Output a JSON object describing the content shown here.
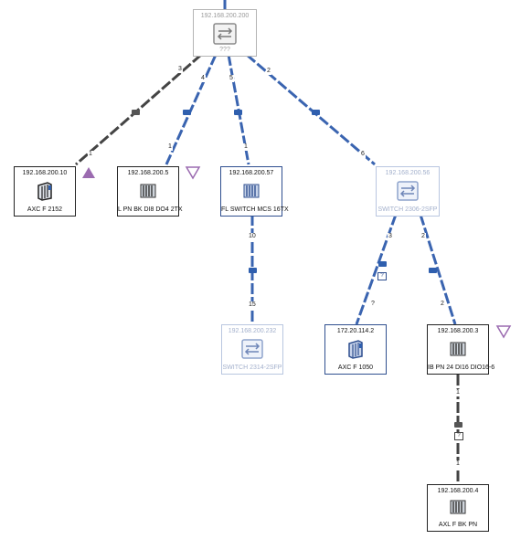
{
  "colors": {
    "link_blue": "#3a64b0",
    "link_dark": "#444444",
    "status_purple": "#9b6bb0"
  },
  "nodes": {
    "n200": {
      "ip": "192.168.200.200",
      "name": "???",
      "icon": "switch-icon"
    },
    "n10": {
      "ip": "192.168.200.10",
      "name": "AXC F 2152",
      "icon": "controller-icon"
    },
    "n5": {
      "ip": "192.168.200.5",
      "name": "L PN BK DI8 DO4 2TX",
      "icon": "io-module-icon"
    },
    "n57": {
      "ip": "192.168.200.57",
      "name": "FL SWITCH MCS 16TX",
      "icon": "switch-module-icon"
    },
    "n56": {
      "ip": "192.168.200.56",
      "name": "SWITCH 2306-2SFP",
      "icon": "switch-icon"
    },
    "n232": {
      "ip": "192.168.200.232",
      "name": "SWITCH 2314-2SFP",
      "icon": "switch-icon"
    },
    "n114": {
      "ip": "172.20.114.2",
      "name": "AXC F 1050",
      "icon": "controller-icon"
    },
    "n3": {
      "ip": "192.168.200.3",
      "name": "IB PN 24 DI16 DIO16-6",
      "icon": "io-module-icon"
    },
    "n4": {
      "ip": "192.168.200.4",
      "name": "AXL F BK PN",
      "icon": "io-module-icon"
    }
  },
  "links": {
    "l10": {
      "from_port": "3",
      "to_port": "1"
    },
    "l5": {
      "from_port": "4",
      "to_port": "1"
    },
    "l57": {
      "from_port": "5",
      "to_port": "1"
    },
    "l56": {
      "from_port": "2",
      "to_port": "6"
    },
    "l232": {
      "from_port": "10",
      "to_port": "15"
    },
    "l114": {
      "from_port": "3",
      "to_port": "?",
      "marker": "?"
    },
    "l3": {
      "from_port": "2",
      "to_port": "2"
    },
    "l4": {
      "from_port": "1",
      "to_port": "1",
      "marker": "?"
    }
  },
  "status": {
    "n10": "warning-up",
    "n5": "warning-down",
    "n3": "warning-down"
  }
}
